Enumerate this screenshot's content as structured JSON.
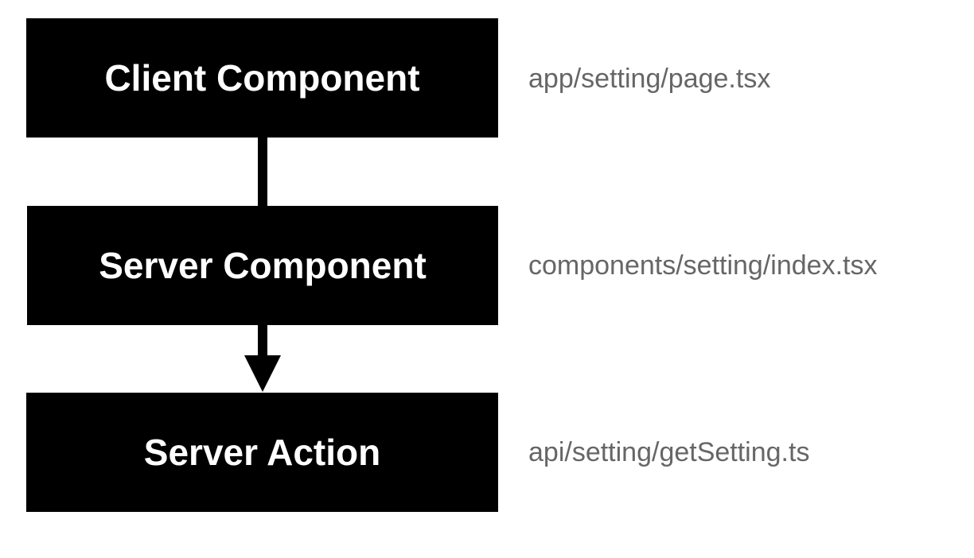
{
  "nodes": [
    {
      "label": "Client Component",
      "path": "app/setting/page.tsx"
    },
    {
      "label": "Server Component",
      "path": "components/setting/index.tsx"
    },
    {
      "label": "Server Action",
      "path": "api/setting/getSetting.ts"
    }
  ],
  "edges": [
    {
      "from": "Client Component",
      "to": "Server Component",
      "arrow": false
    },
    {
      "from": "Server Component",
      "to": "Server Action",
      "arrow": true
    }
  ],
  "colors": {
    "box_fill": "#000000",
    "box_text": "#ffffff",
    "path_text": "#666666",
    "background": "#ffffff"
  }
}
